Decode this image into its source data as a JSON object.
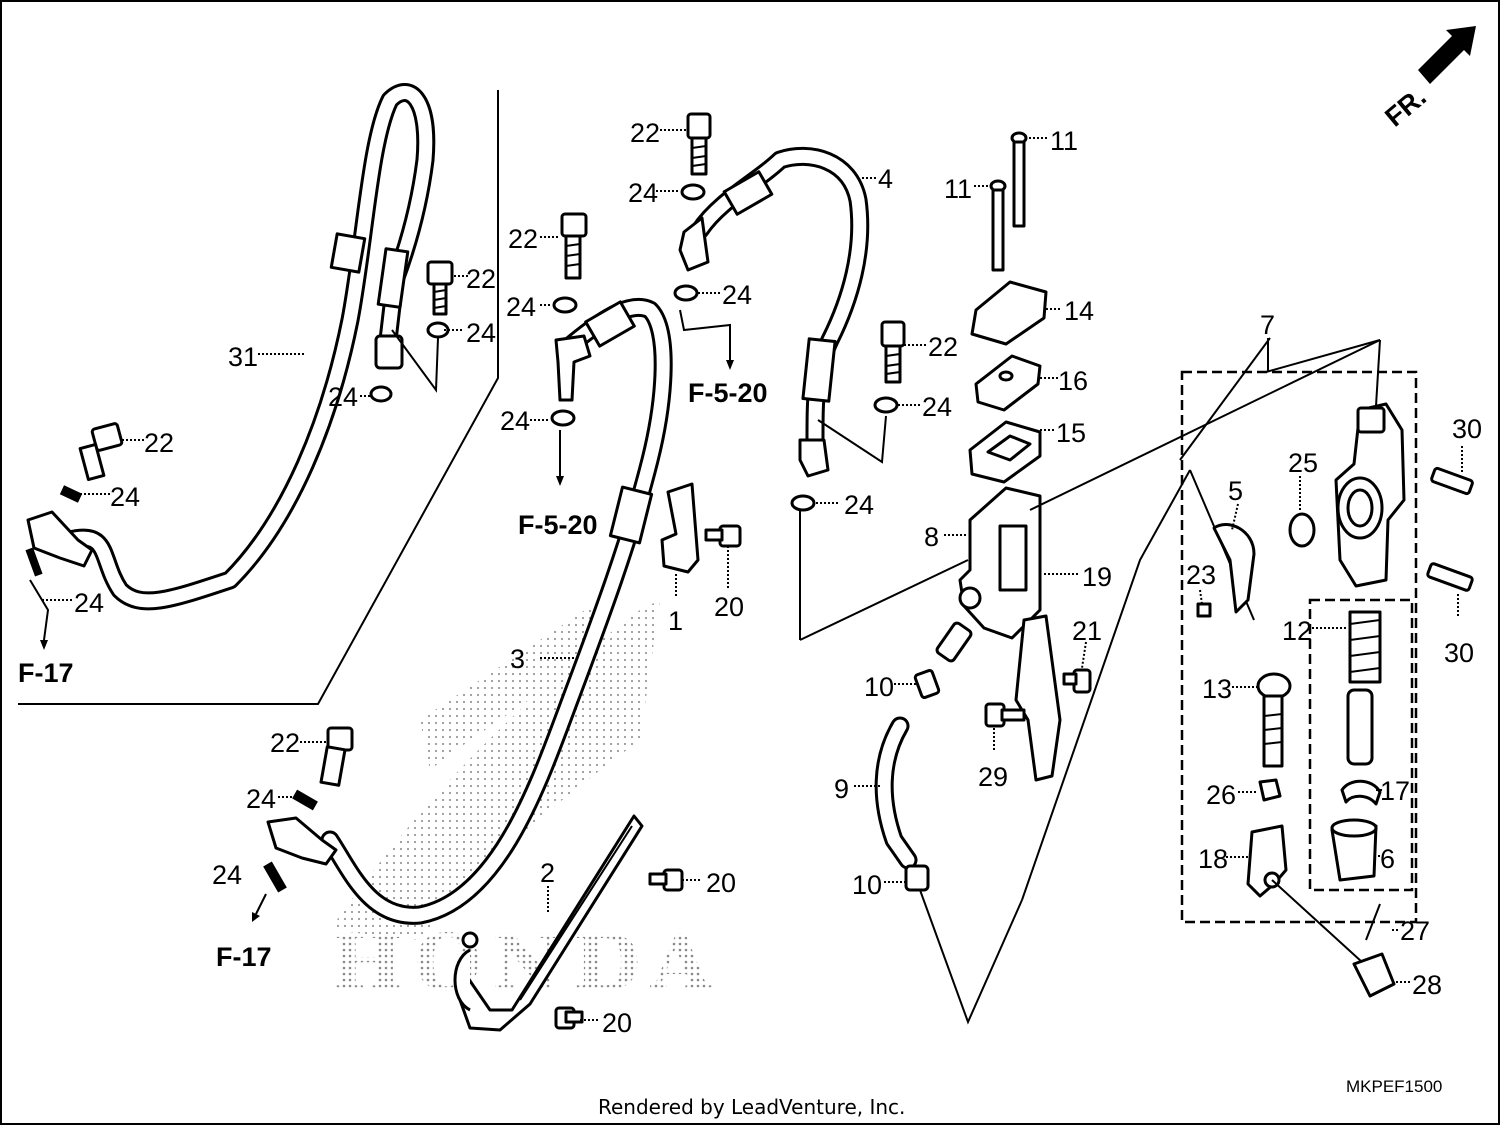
{
  "diagram_code": "MKPEF1500",
  "credit": "Rendered by LeadVenture, Inc.",
  "direction_label": "FR.",
  "watermark": "HONDA",
  "callouts": {
    "c1": "1",
    "c2": "2",
    "c3": "3",
    "c4": "4",
    "c5": "5",
    "c6": "6",
    "c7": "7",
    "c8": "8",
    "c9": "9",
    "c10a": "10",
    "c10b": "10",
    "c11a": "11",
    "c11b": "11",
    "c12": "12",
    "c13": "13",
    "c14": "14",
    "c15": "15",
    "c16": "16",
    "c17": "17",
    "c18": "18",
    "c19": "19",
    "c20a": "20",
    "c20b": "20",
    "c20c": "20",
    "c21": "21",
    "c22a": "22",
    "c22b": "22",
    "c22c": "22",
    "c22d": "22",
    "c22e": "22",
    "c22f": "22",
    "c23": "23",
    "c24a": "24",
    "c24b": "24",
    "c24c": "24",
    "c24d": "24",
    "c24e": "24",
    "c24f": "24",
    "c24g": "24",
    "c24h": "24",
    "c24i": "24",
    "c24j": "24",
    "c24k": "24",
    "c24l": "24",
    "c25": "25",
    "c26": "26",
    "c27": "27",
    "c28": "28",
    "c29": "29",
    "c30a": "30",
    "c30b": "30",
    "c31": "31"
  },
  "references": {
    "f17a": "F-17",
    "f17b": "F-17",
    "f520a": "F-5-20",
    "f520b": "F-5-20"
  }
}
